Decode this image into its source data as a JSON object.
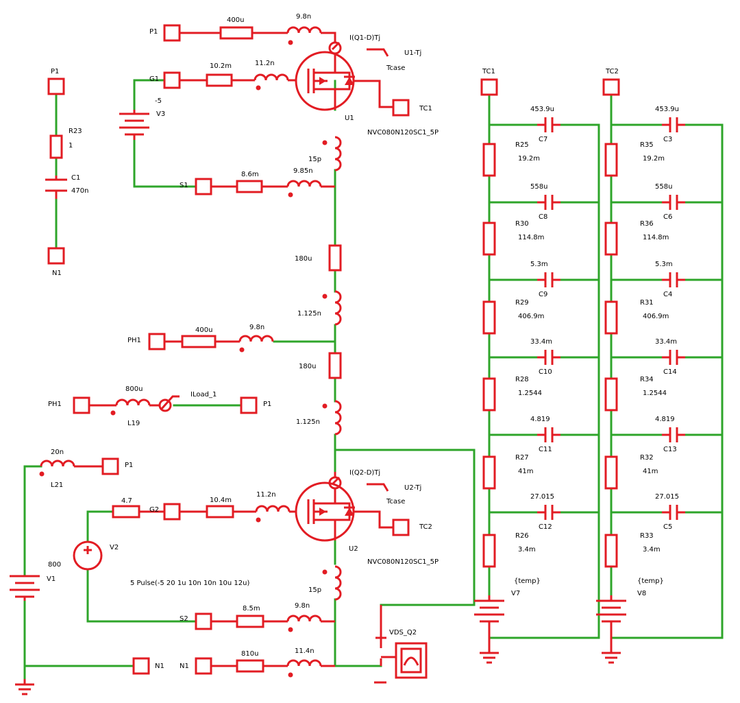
{
  "colors": {
    "wire": "#2ea52a",
    "component": "#e21c23",
    "text": "#000000"
  },
  "labels": {
    "p1_top": "P1",
    "r_400u_top": "400u",
    "l_9_8n_top": "9.8n",
    "probe_q1": "I(Q1-D)Tj",
    "u1_tj": "U1-Tj",
    "tcase1": "Tcase",
    "g1": "G1",
    "r_10_2m": "10.2m",
    "l_11_2n_top": "11.2n",
    "v3_val": "-5",
    "v3": "V3",
    "u1": "U1",
    "tc1_port": "TC1",
    "q1_model": "NVC080N120SC1_5P",
    "l_15p_top": "15p",
    "s1": "S1",
    "r_8_6m": "8.6m",
    "l_9_85n": "9.85n",
    "p1_left": "P1",
    "r23": "R23",
    "r23_val": "1",
    "c1": "C1",
    "c1_val": "470n",
    "n1_left": "N1",
    "r_180u_a": "180u",
    "l_1_125n_a": "1.125n",
    "ph1_a": "PH1",
    "r_400u_mid": "400u",
    "l_9_8n_mid": "9.8n",
    "r_180u_b": "180u",
    "ph1_b": "PH1",
    "l19_val": "800u",
    "iload": "ILoad_1",
    "l19": "L19",
    "p1_load": "P1",
    "l_1_125n_b": "1.125n",
    "l21_val": "20n",
    "p1_l21": "P1",
    "l21": "L21",
    "probe_q2": "I(Q2-D)Tj",
    "u2_tj": "U2-Tj",
    "tcase2": "Tcase",
    "r_4_7": "4.7",
    "g2": "G2",
    "r_10_4m": "10.4m",
    "l_11_2n_bot": "11.2n",
    "tc2_port": "TC2",
    "v2": "V2",
    "u2": "U2",
    "v1_val": "800",
    "v1": "V1",
    "q2_model": "NVC080N120SC1_5P",
    "pulse": "5 Pulse(-5 20 1u 10n 10n 10u 12u)",
    "l_15p_bot": "15p",
    "s2": "S2",
    "r_8_5m": "8.5m",
    "l_9_8n_bot": "9.8n",
    "vds_q2": "VDS_Q2",
    "n1_a": "N1",
    "n1_b": "N1",
    "r_810u": "810u",
    "l_11_4n": "11.4n",
    "tc1_top": "TC1",
    "tc2_top": "TC2",
    "v7_temp": "{temp}",
    "v7": "V7",
    "v8_temp": "{temp}",
    "v8": "V8"
  },
  "foster_ladders": [
    {
      "caps": [
        {
          "name": "C7",
          "value": "453.9u"
        },
        {
          "name": "C8",
          "value": "558u"
        },
        {
          "name": "C9",
          "value": "5.3m"
        },
        {
          "name": "C10",
          "value": "33.4m"
        },
        {
          "name": "C11",
          "value": "4.819"
        },
        {
          "name": "C12",
          "value": "27.015"
        }
      ],
      "resistors": [
        {
          "name": "R25",
          "value": "19.2m"
        },
        {
          "name": "R30",
          "value": "114.8m"
        },
        {
          "name": "R29",
          "value": "406.9m"
        },
        {
          "name": "R28",
          "value": "1.2544"
        },
        {
          "name": "R27",
          "value": "41m"
        },
        {
          "name": "R26",
          "value": "3.4m"
        }
      ]
    },
    {
      "caps": [
        {
          "name": "C3",
          "value": "453.9u"
        },
        {
          "name": "C6",
          "value": "558u"
        },
        {
          "name": "C4",
          "value": "5.3m"
        },
        {
          "name": "C14",
          "value": "33.4m"
        },
        {
          "name": "C13",
          "value": "4.819"
        },
        {
          "name": "C5",
          "value": "27.015"
        }
      ],
      "resistors": [
        {
          "name": "R35",
          "value": "19.2m"
        },
        {
          "name": "R36",
          "value": "114.8m"
        },
        {
          "name": "R31",
          "value": "406.9m"
        },
        {
          "name": "R34",
          "value": "1.2544"
        },
        {
          "name": "R32",
          "value": "41m"
        },
        {
          "name": "R33",
          "value": "3.4m"
        }
      ]
    }
  ]
}
